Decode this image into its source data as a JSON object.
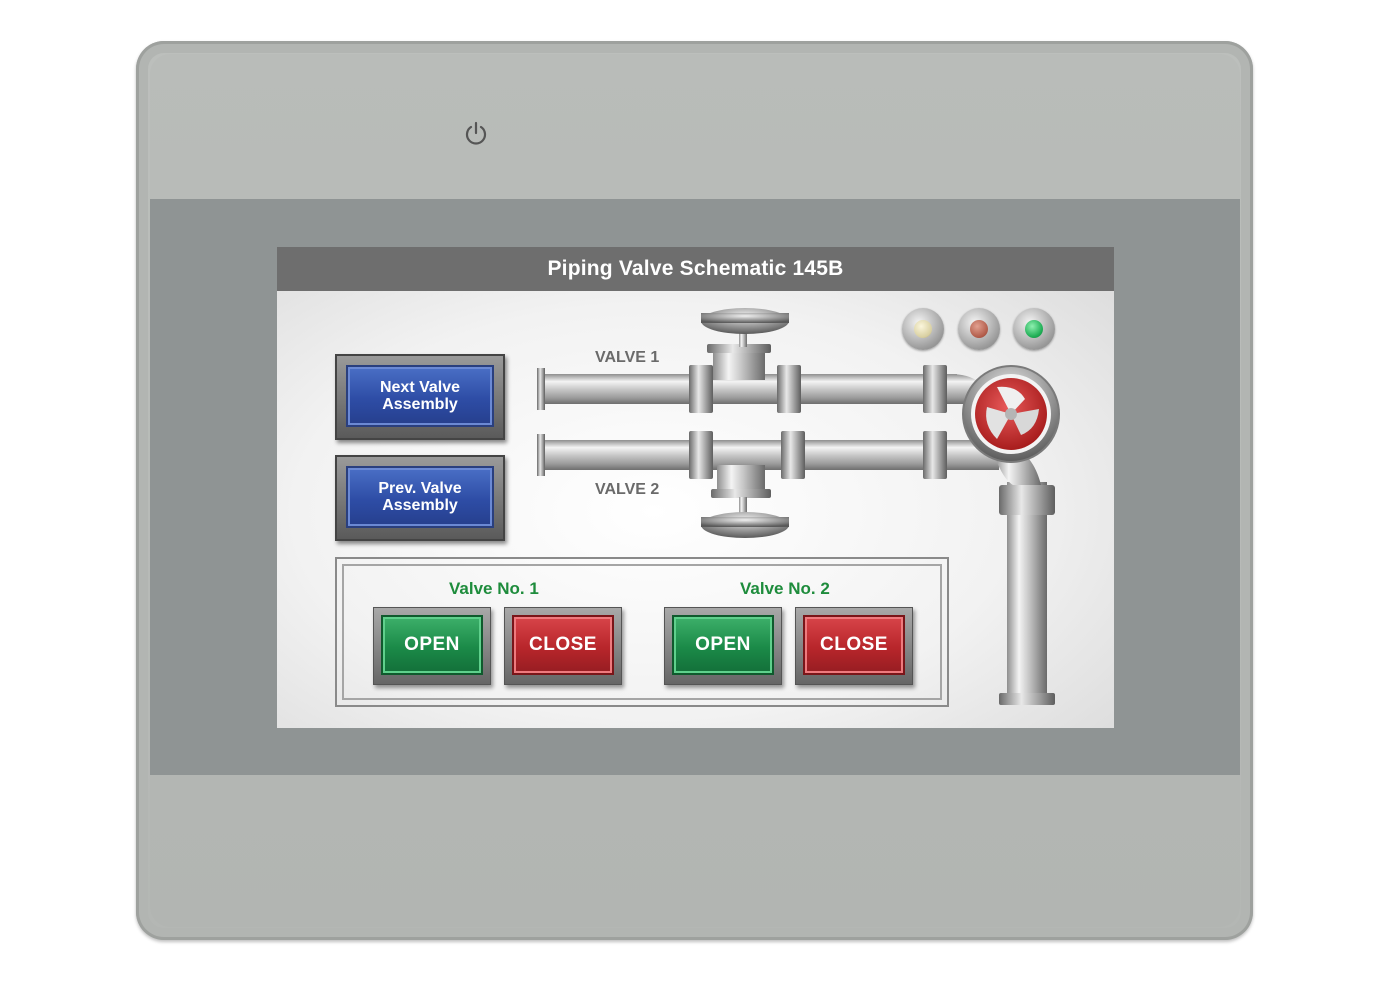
{
  "screen": {
    "title": "Piping Valve Schematic 145B"
  },
  "nav": {
    "next_label": "Next Valve\nAssembly",
    "prev_label": "Prev. Valve\nAssembly"
  },
  "schematic": {
    "valve1_label": "VALVE 1",
    "valve2_label": "VALVE 2"
  },
  "indicators": [
    {
      "name": "yellow",
      "color": "#d8cfa0"
    },
    {
      "name": "red",
      "color": "#b05a48"
    },
    {
      "name": "green",
      "color": "#1fae55"
    }
  ],
  "controls": {
    "valve1": {
      "label": "Valve No. 1",
      "open": "OPEN",
      "close": "CLOSE"
    },
    "valve2": {
      "label": "Valve No. 2",
      "open": "OPEN",
      "close": "CLOSE"
    }
  },
  "colors": {
    "open_green": "#1b8a48",
    "close_red": "#b8262b",
    "nav_blue": "#2e4da6",
    "label_green": "#1e8c3c",
    "title_bar": "#6e6e6e"
  }
}
